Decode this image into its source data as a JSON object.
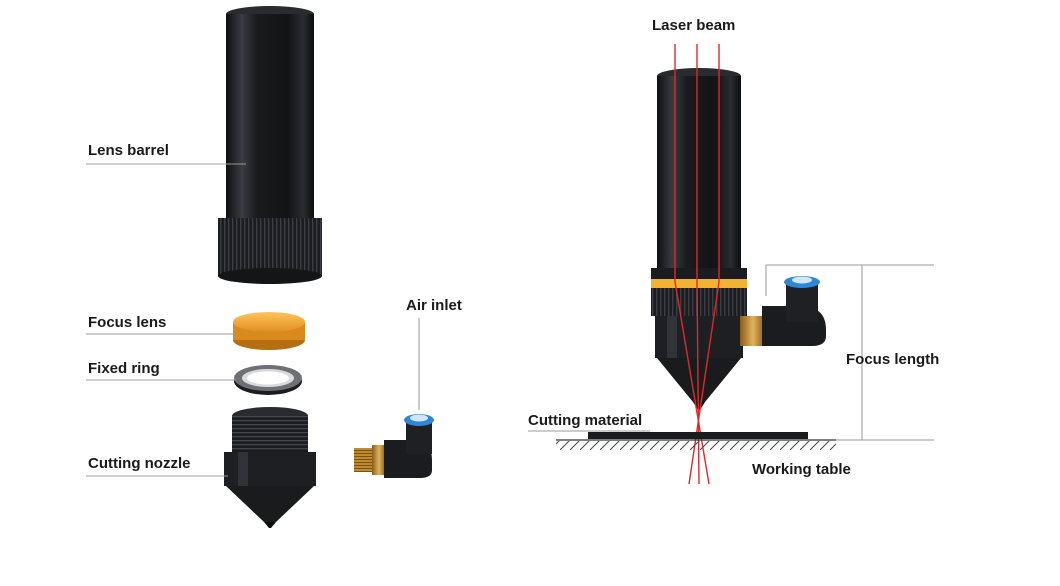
{
  "labels": {
    "lens_barrel": "Lens barrel",
    "focus_lens": "Focus lens",
    "fixed_ring": "Fixed ring",
    "cutting_nozzle": "Cutting nozzle",
    "air_inlet": "Air inlet",
    "laser_beam": "Laser beam",
    "focus_length": "Focus length",
    "cutting_material": "Cutting material",
    "working_table": "Working table"
  },
  "colors": {
    "body": "#1b1c1f",
    "lens": "#f2a93b",
    "laser": "#e0282c",
    "fitting_blue": "#2f86d6",
    "brass": "#c08a2e",
    "leader": "#9a9a9a"
  }
}
